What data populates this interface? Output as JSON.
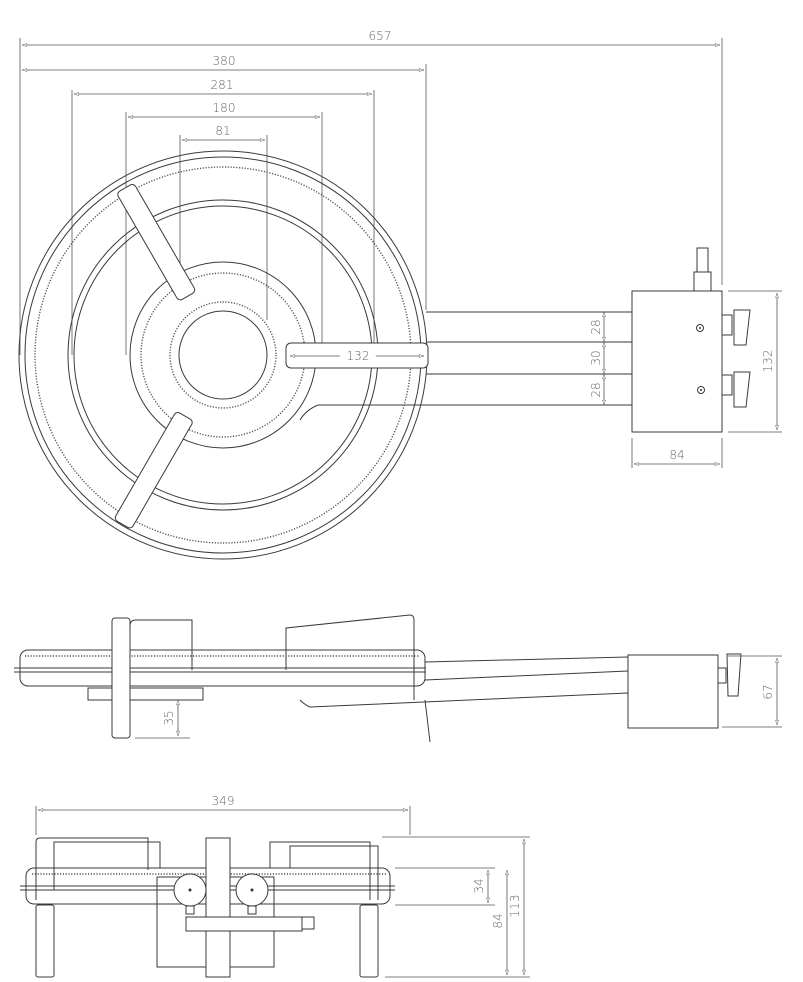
{
  "drawing": {
    "subject": "double ring gas burner",
    "units": "mm",
    "line_color": "#3a3a3a",
    "background": "#ffffff"
  },
  "top_view": {
    "dimensions": {
      "overall_length": "657",
      "outer_ring_diameter": "380",
      "middle_ring_diameter": "281",
      "inner_ring_diameter": "180",
      "center_diameter": "81",
      "pipe_length": "132",
      "pipe_spacing_top": "28",
      "pipe_spacing_mid": "30",
      "pipe_spacing_bottom": "28",
      "valve_block_height": "132",
      "valve_block_width": "84"
    }
  },
  "side_view": {
    "dimensions": {
      "leg_clearance": "35",
      "valve_block_height": "67"
    }
  },
  "front_view": {
    "dimensions": {
      "width": "349",
      "burner_thickness": "34",
      "burner_height": "84",
      "overall_height": "113"
    }
  }
}
